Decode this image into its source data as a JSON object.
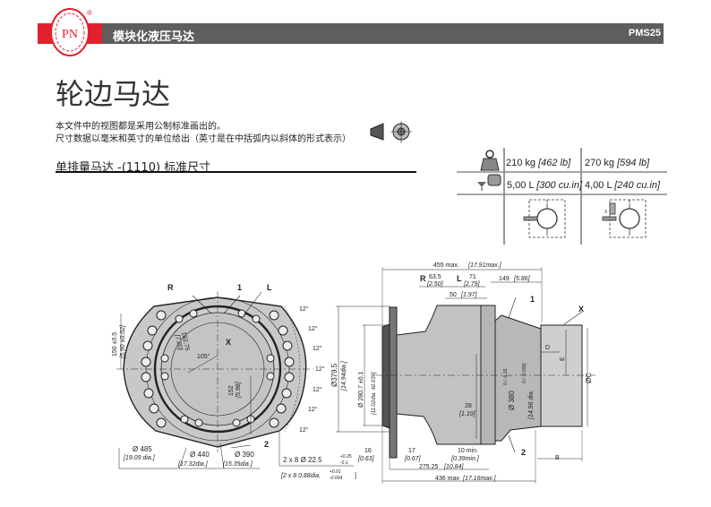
{
  "header": {
    "logo_text": "PN",
    "logo_mark": "®",
    "title": "模块化液压马达",
    "code": "PMS25"
  },
  "page_title": "轮边马达",
  "description": [
    "本文件中的视图都是采用公制标准画出的。",
    "尺寸数据以毫米和英寸的单位给出（英寸是在中括弧内以斜体的形式表示）"
  ],
  "section_title": "单排量马达 -(1110) 标准尺寸",
  "specs": {
    "weight": [
      {
        "metric": "210 kg",
        "imperial": "[462 lb]"
      },
      {
        "metric": "270 kg",
        "imperial": "[594 lb]"
      }
    ],
    "oil": [
      {
        "metric": "5,00 L",
        "imperial": "[300 cu.in]"
      },
      {
        "metric": "4,00 L",
        "imperial": "[240 cu.in]"
      }
    ],
    "schematic_labels": {
      "r": "R",
      "x": "X"
    }
  },
  "front_view": {
    "port_r": "R",
    "port_1": "1",
    "port_l": "L",
    "port_x": "X",
    "port_2": "2",
    "angle": "105°",
    "r1": "182.75",
    "r1_in": "[7.20]",
    "h150": "150 ±0.5",
    "h150_in": "[5.90 ±0.02]",
    "h152": "152",
    "h152_in": "[5.98]",
    "pitch_angles": [
      "12°",
      "12°",
      "12°",
      "12°",
      "12°",
      "12°",
      "12°"
    ],
    "d485": "Ø 485",
    "d485_in": "[19.09 dia.]",
    "d440": "Ø 440",
    "d440_in": "[17.32dia.]",
    "d390": "Ø 390",
    "d390_in": "[15.35dia.]",
    "holes": "2 x 8  Ø 22.5",
    "holes_tol_up": "+0.25",
    "holes_tol_dn": "-0.1",
    "holes_in": "[2 x 8  0.88dia.",
    "holes_in_tol_up": "+0.01",
    "holes_in_tol_dn": "-0.004",
    "holes_in_close": "]"
  },
  "side_view": {
    "d3795": "Ø379.5",
    "d3795_in": "[14.94dia.]",
    "d2807": "Ø 280.7 ±0.1",
    "d2807_in": "[11.02dia. ±0.039]",
    "l455": "455 max.",
    "l455_in": "[17.91max.]",
    "r": "R",
    "r_val": "63.5",
    "r_in": "[2.50]",
    "l": "L",
    "l_val": "71",
    "l_in": "[2.79]",
    "l149": "149",
    "l149_in": "[5.86]",
    "l50": "50",
    "l50_in": "[1.97]",
    "port_1": "1",
    "port_x": "X",
    "port_2": "2",
    "d": "D",
    "e": "E",
    "c": "ØC",
    "b": "B",
    "d380": "Ø 380",
    "d380_tol": "0 / -0.15",
    "d380_in": "[14.96 dia.",
    "d380_in_tol": "0 / -0.006]",
    "l28": "28",
    "l28_in": "[1.10]",
    "l16": "16",
    "l16_in": "[0.63]",
    "l17": "17",
    "l17_in": "[0.67]",
    "l10": "10 min.",
    "l10_in": "[0.39min.]",
    "l27525": "275.25",
    "l27525_in": "[10.84]",
    "l436": "436 max",
    "l436_in": "[17.16max.]"
  }
}
